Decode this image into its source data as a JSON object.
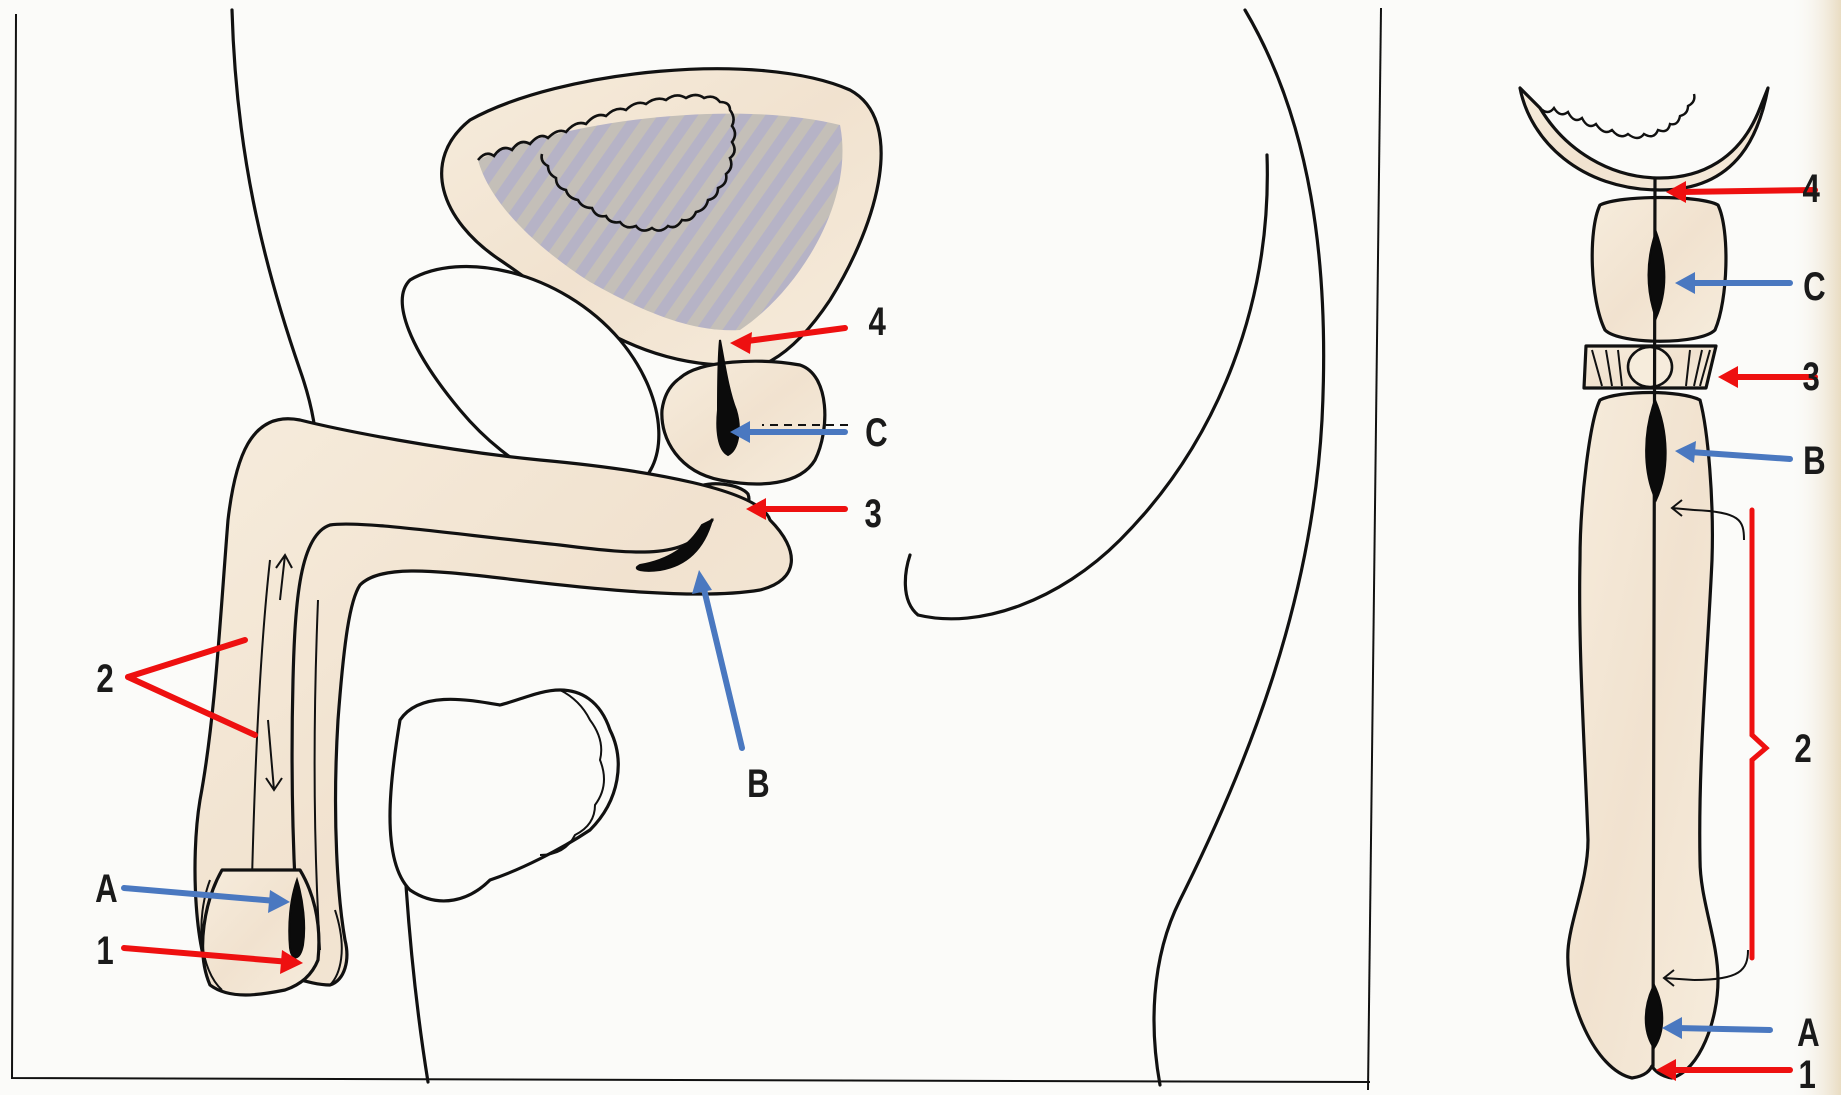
{
  "labels": {
    "sagittal": {
      "num_4": "4",
      "letter_c": "C",
      "num_3": "3",
      "letter_b": "B",
      "num_2": "2",
      "letter_a": "A",
      "num_1": "1"
    },
    "longitudinal": {
      "num_4": "4",
      "letter_c": "C",
      "num_3": "3",
      "letter_b": "B",
      "num_2": "2",
      "letter_a": "A",
      "num_1": "1"
    }
  },
  "colors": {
    "numbered_arrows": "#ee1010",
    "lettered_arrows": "#4a78c0",
    "outline": "#111111",
    "tissue_fill": "#f3e6d4",
    "lumen_fill": "#b9b6c8",
    "background": "#fbfbf9"
  }
}
